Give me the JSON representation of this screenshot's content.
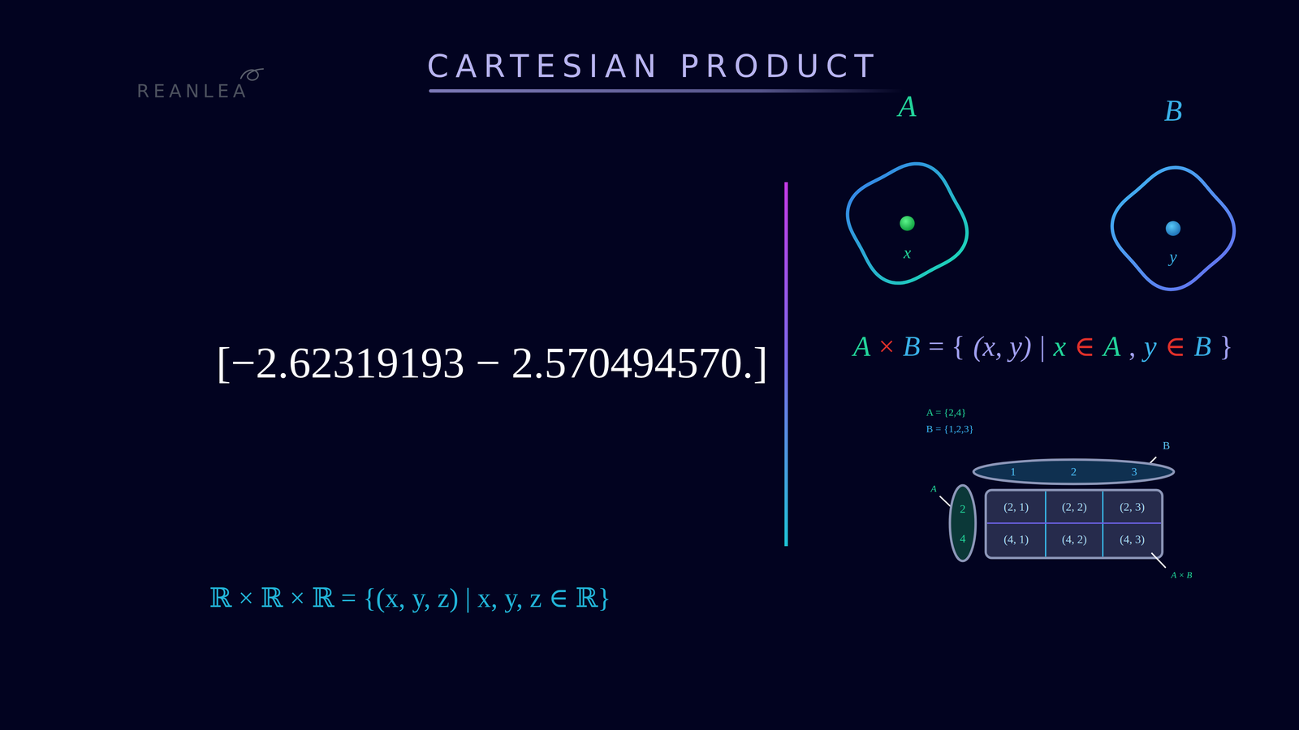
{
  "diagram": {
    "title": "CARTESIAN PRODUCT",
    "nodes": [
      {
        "text": [
          "A",
          "x"
        ]
      },
      {
        "text": [
          "B",
          "y"
        ]
      },
      {
        "text": [
          "1",
          "2",
          "3"
        ]
      },
      {
        "text": [
          "2",
          "4"
        ]
      },
      {
        "text": [
          "(2, 1)"
        ]
      },
      {
        "text": [
          "(2, 2)"
        ]
      },
      {
        "text": [
          "(2, 3)"
        ]
      },
      {
        "text": [
          "(4, 1)"
        ]
      },
      {
        "text": [
          "(4, 2)"
        ]
      },
      {
        "text": [
          "(4, 3)"
        ]
      }
    ],
    "labels": [
      "REANLEA",
      "[−2.62319193 − 2.570494570.]",
      "A",
      "×",
      "B",
      "= {",
      "(x, y)",
      "|",
      "x",
      "∈",
      "A",
      ",",
      "y",
      "∈",
      "B",
      "}",
      "A = {2,4}",
      "B = {1,2,3}",
      "B",
      "A",
      "A × B",
      "ℝ × ℝ × ℝ = {(x, y, z) | x, y, z ∈ ℝ}"
    ]
  }
}
